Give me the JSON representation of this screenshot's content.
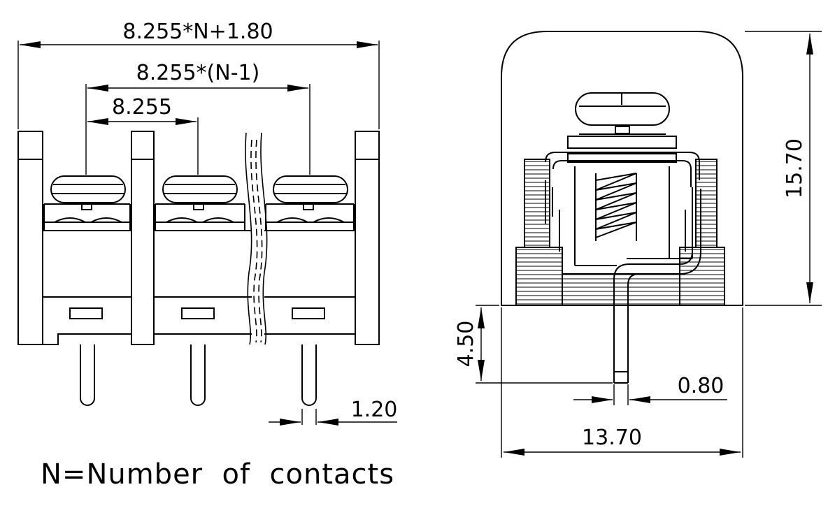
{
  "front_view": {
    "dim_overall": "8.255*N+1.80",
    "dim_span": "8.255*(N-1)",
    "dim_pitch": "8.255",
    "dim_pin_width": "1.20"
  },
  "side_view": {
    "dim_height": "15.70",
    "dim_pin_length": "4.50",
    "dim_pin_thickness": "0.80",
    "dim_depth": "13.70"
  },
  "note": "N=Number  of  contacts",
  "colors": {
    "line": "#000000",
    "background": "#ffffff"
  }
}
